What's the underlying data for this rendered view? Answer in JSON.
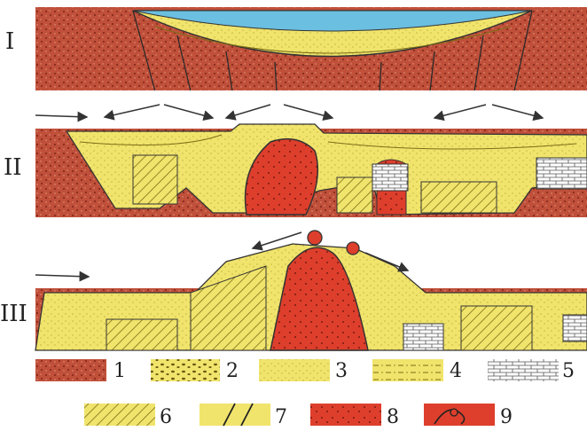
{
  "stages": [
    {
      "label": "I"
    },
    {
      "label": "II"
    },
    {
      "label": "III"
    }
  ],
  "legend": [
    {
      "number": "1",
      "pattern": "basement-rock-icon"
    },
    {
      "number": "2",
      "pattern": "conglomerate-icon"
    },
    {
      "number": "3",
      "pattern": "sandstone-icon"
    },
    {
      "number": "4",
      "pattern": "siltstone-icon"
    },
    {
      "number": "5",
      "pattern": "limestone-icon"
    },
    {
      "number": "6",
      "pattern": "folded-strata-icon"
    },
    {
      "number": "7",
      "pattern": "faults-icon"
    },
    {
      "number": "8",
      "pattern": "intrusion-icon"
    },
    {
      "number": "9",
      "pattern": "volcano-icon"
    }
  ],
  "colors": {
    "basement": "#c0503a",
    "basement_dark": "#8a2a1c",
    "sediment": "#f1e46c",
    "sediment_light": "#f7f0a8",
    "water": "#6bbfe0",
    "intrusion": "#dd3f2c",
    "limestone": "#ffffff",
    "ink": "#2a2a2a",
    "arrow": "#333333"
  }
}
